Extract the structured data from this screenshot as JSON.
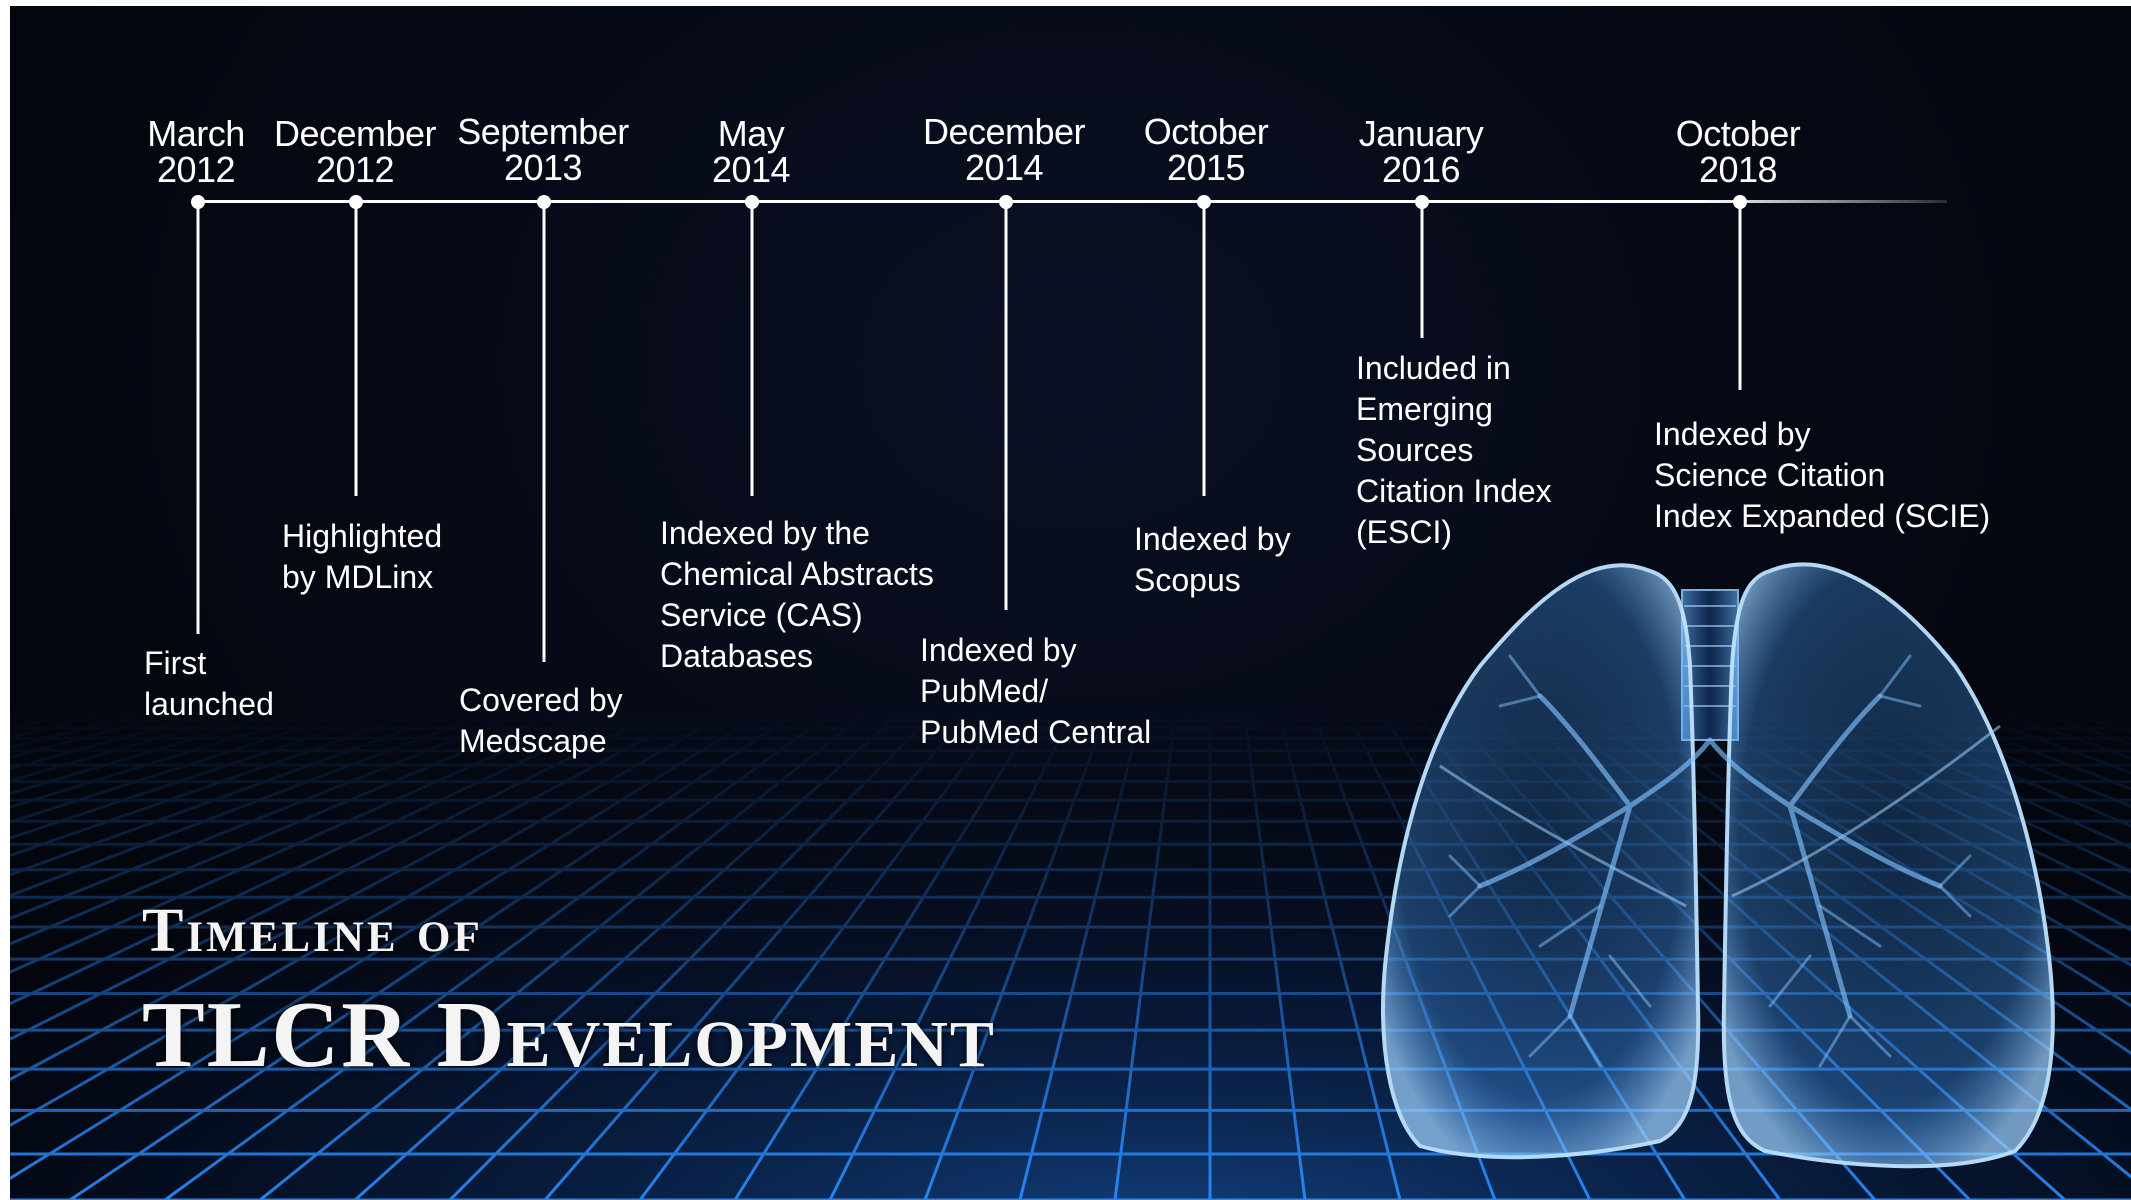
{
  "title": {
    "line1": "Timeline of",
    "line2": "TLCR Development"
  },
  "milestones": [
    {
      "month": "March",
      "year": "2012",
      "event": [
        "First",
        "launched"
      ]
    },
    {
      "month": "December",
      "year": "2012",
      "event": [
        "Highlighted",
        "by MDLinx"
      ]
    },
    {
      "month": "September",
      "year": "2013",
      "event": [
        "Covered by",
        "Medscape"
      ]
    },
    {
      "month": "May",
      "year": "2014",
      "event": [
        "Indexed by the",
        "Chemical Abstracts",
        "Service (CAS)",
        "Databases"
      ]
    },
    {
      "month": "December",
      "year": "2014",
      "event": [
        "Indexed by",
        "PubMed/",
        "PubMed Central"
      ]
    },
    {
      "month": "October",
      "year": "2015",
      "event": [
        "Indexed by",
        "Scopus"
      ]
    },
    {
      "month": "January",
      "year": "2016",
      "event": [
        "Included in",
        "Emerging",
        "Sources",
        "Citation Index",
        "(ESCI)"
      ]
    },
    {
      "month": "October",
      "year": "2018",
      "event": [
        "Indexed by",
        "Science Citation",
        "Index Expanded (SCIE)"
      ]
    }
  ],
  "colors": {
    "background": "#050812",
    "text": "#ffffff",
    "grid": "#1e8cff",
    "lung": "#5fb4ff"
  },
  "illustration": {
    "lungs": "lungs-icon",
    "floor": "glowing-grid-floor"
  }
}
